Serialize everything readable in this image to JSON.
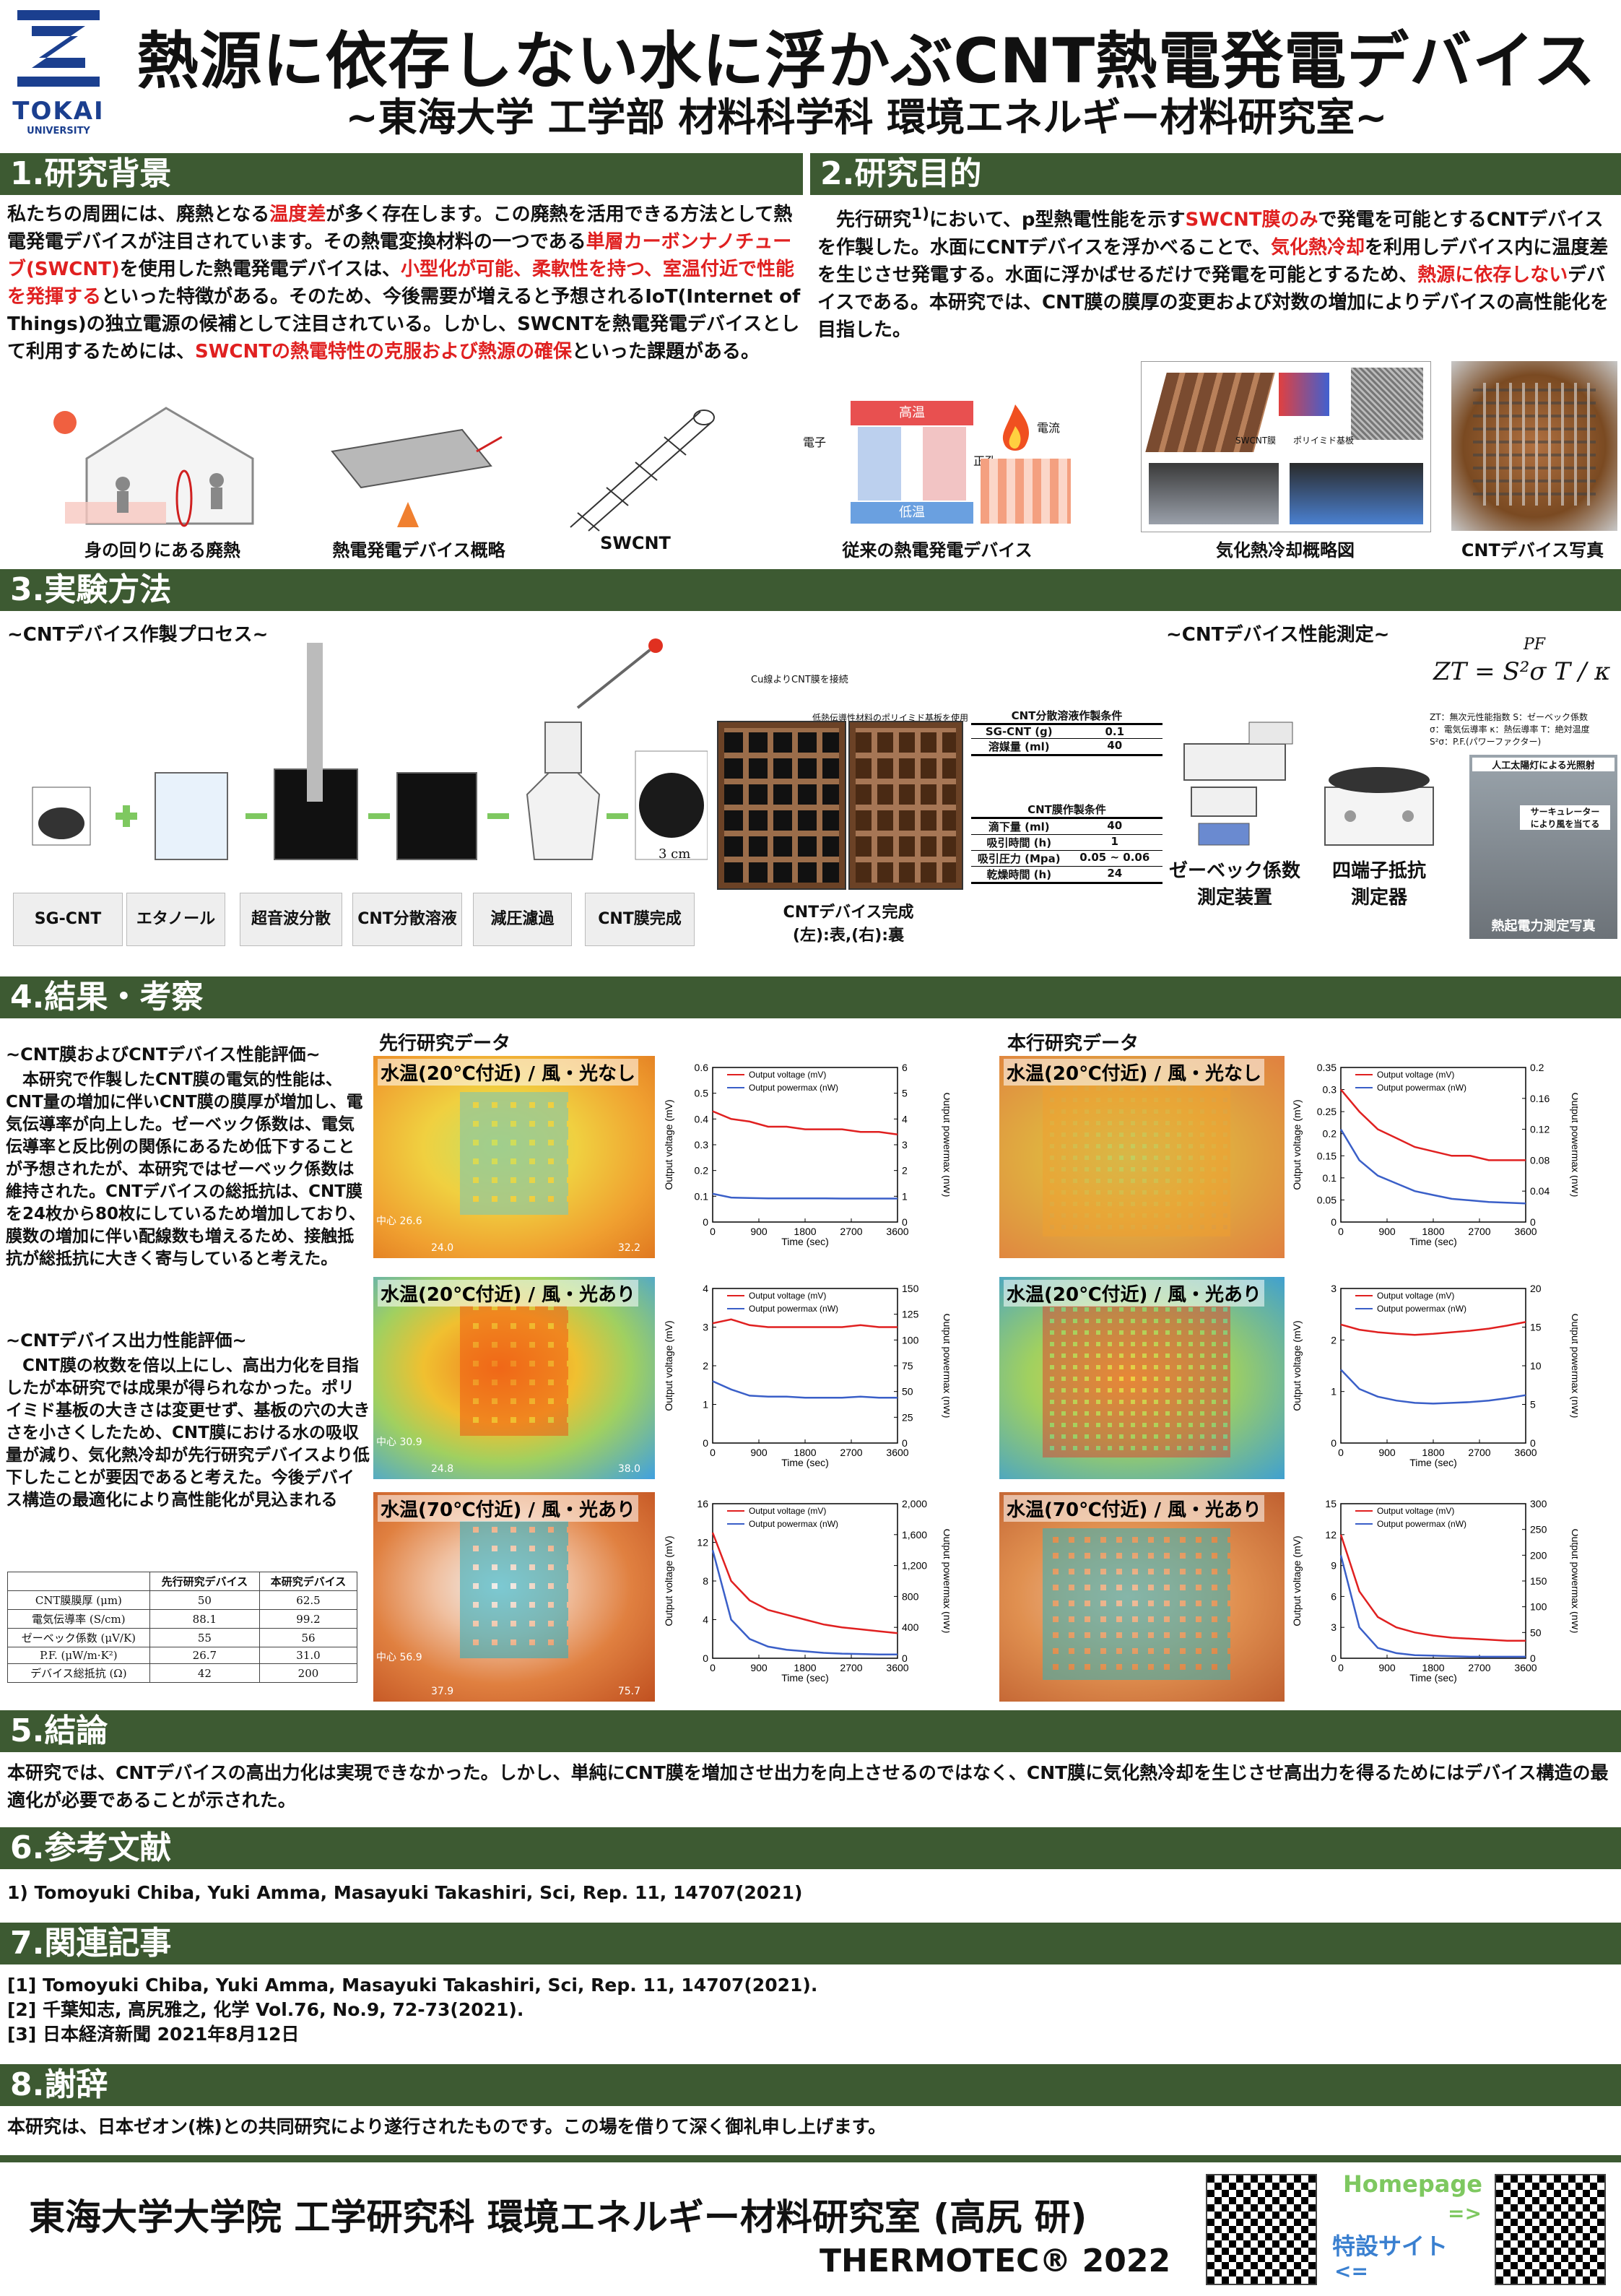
{
  "header": {
    "logo_text": "TOKAI",
    "logo_sub": "UNIVERSITY",
    "title": "熱源に依存しない水に浮かぶCNT熱電発電デバイス",
    "subtitle": "~東海大学 工学部 材料科学科 環境エネルギー材料研究室~"
  },
  "s1": {
    "heading": "1.研究背景",
    "p1": "私たちの周囲には、廃熱となる",
    "p1r": "温度差",
    "p2": "が多く存在します。この廃熱を活用できる方法として熱電発電デバイスが注目されています。その熱電変換材料の一つである",
    "p2r": "単層カーボンナノチューブ(SWCNT)",
    "p3": "を使用した熱電発電デバイスは、",
    "p3r": "小型化が可能、柔軟性を持つ、室温付近で性能を発揮する",
    "p4": "といった特徴がある。そのため、今後需要が増えると予想されるIoT(Internet of Things)の独立電源の候補として注目されている。しかし、SWCNTを熱電発電デバイスとして利用するためには、",
    "p4r": "SWCNTの熱電特性の克服および熱源の確保",
    "p5": "といった課題がある。",
    "cap1": "身の回りにある廃熱",
    "cap2": "熱電発電デバイス概略",
    "cap3": "SWCNT"
  },
  "s2": {
    "heading": "2.研究目的",
    "p1": "先行研究",
    "sup": "1)",
    "p1b": "において、p型熱電性能を示す",
    "p1r": "SWCNT膜のみ",
    "p2": "で発電を可能とするCNTデバイスを作製した。水面にCNTデバイスを浮かべることで、",
    "p2r": "気化熱冷却",
    "p3": "を利用しデバイス内に温度差を生じさせ発電する。水面に浮かばせるだけで発電を可能とするため、",
    "p3r": "熱源に依存しない",
    "p4": "デバイスである。本研究では、CNT膜の膜厚の変更および対数の増加によりデバイスの高性能化を目指した。",
    "cap1": "従来の熱電発電デバイス",
    "cap2": "気化熱冷却概略図",
    "cap3": "CNTデバイス写真",
    "fig_hot": "高温",
    "fig_cold": "低温",
    "fig_elec": "電子",
    "fig_hole": "正孔",
    "fig_current": "電流",
    "fig_swcnt": "SWCNT膜",
    "fig_poly": "ポリイミド基板"
  },
  "s3": {
    "heading": "3.実験方法",
    "proc_title": "~CNTデバイス作製プロセス~",
    "perf_title": "~CNTデバイス性能測定~",
    "steps": [
      "SG-CNT",
      "エタノール",
      "超音波分散",
      "CNT分散溶液",
      "減圧濾過",
      "CNT膜完成"
    ],
    "device_cap": "CNTデバイス完成\n(左):表,(右):裏",
    "cu_note": "Cu線よりCNT膜を接続",
    "sub_note": "低熱伝導性材料のポリイミド基板を使用",
    "scale": "3 cm",
    "t1_title": "CNT分散溶液作製条件",
    "t1": [
      [
        "SG-CNT (g)",
        "0.1"
      ],
      [
        "溶媒量 (ml)",
        "40"
      ]
    ],
    "t2_title": "CNT膜作製条件",
    "t2": [
      [
        "滴下量 (ml)",
        "40"
      ],
      [
        "吸引時間 (h)",
        "1"
      ],
      [
        "吸引圧力 (Mpa)",
        "0.05 ~ 0.06"
      ],
      [
        "乾燥時間 (h)",
        "24"
      ]
    ],
    "formula": "ZT = S²σ T / κ",
    "formula_pf": "PF",
    "formula_note1": "ZT：無次元性能指数 S：ゼーベック係数",
    "formula_note2": "σ：電気伝導率 κ：熱伝導率 T：絶対温度",
    "formula_note3": "S²σ：P.F.(パワーファクター)",
    "cap_seebeck": "ゼーベック係数\n測定装置",
    "cap_4probe": "四端子抵抗\n測定器",
    "photo_note1": "人工太陽灯による光照射",
    "photo_note2": "サーキュレーター\nにより風を当てる",
    "photo_cap": "熱起電力測定写真"
  },
  "s4": {
    "heading": "4.結果・考察",
    "prev_label": "先行研究データ",
    "this_label": "本行研究データ",
    "eval1_title": "~CNT膜およびCNTデバイス性能評価~",
    "eval1_text": "本研究で作製したCNT膜の電気的性能は、CNT量の増加に伴いCNT膜の膜厚が増加し、電気伝導率が向上した。ゼーベック係数は、電気伝導率と反比例の関係にあるため低下することが予想されたが、本研究ではゼーベック係数は維持された。CNTデバイスの総抵抗は、CNT膜を24枚から80枚にしているため増加しており、膜数の増加に伴い配線数も増えるため、接触抵抗が総抵抗に大きく寄与していると考えた。",
    "eval2_title": "~CNTデバイス出力性能評価~",
    "eval2_text": "CNT膜の枚数を倍以上にし、高出力化を目指したが本研究では成果が得られなかった。ポリイミド基板の大きさは変更せず、基板の穴の大きさを小さくしたため、CNT膜における水の吸収量が減り、気化熱冷却が先行研究デバイスより低下したことが要因であると考えた。今後デバイス構造の最適化により高性能化が見込まれる",
    "table_head": [
      "",
      "先行研究デバイス",
      "本研究デバイス"
    ],
    "table_rows": [
      [
        "CNT膜膜厚 (μm)",
        "50",
        "62.5"
      ],
      [
        "電気伝導率 (S/cm)",
        "88.1",
        "99.2"
      ],
      [
        "ゼーベック係数 (μV/K)",
        "55",
        "56"
      ],
      [
        "P.F. (μW/m·K²)",
        "26.7",
        "31.0"
      ],
      [
        "デバイス総抵抗 (Ω)",
        "42",
        "200"
      ]
    ],
    "cond1": "水温(20℃付近) / 風・光なし",
    "cond2": "水温(20℃付近) / 風・光あり",
    "cond3": "水温(70℃付近) / 風・光あり",
    "thermo_prev": [
      [
        "中心 26.6",
        "24.0",
        "32.2"
      ],
      [
        "中心 30.9",
        "24.8",
        "38.0"
      ],
      [
        "中心 56.9",
        "37.9",
        "75.7"
      ]
    ],
    "legend_v": "Output voltage (mV)",
    "legend_p": "Output powermax (nW)",
    "xlabel": "Time (sec)",
    "ylabel_l": "Output voltage (mV)",
    "ylabel_r": "Output powermax (nW)"
  },
  "chart_data": [
    {
      "type": "line",
      "title": "",
      "xlabel": "Time (sec)",
      "ylabel": "Output voltage (mV)",
      "ylabel_right": "Output powermax (nW)",
      "xlim": [
        0,
        3600
      ],
      "x_ticks": [
        0,
        900,
        1800,
        2700,
        3600
      ],
      "ylim": [
        0,
        0.6
      ],
      "y_ticks": [
        0.0,
        0.1,
        0.2,
        0.3,
        0.4,
        0.5,
        0.6
      ],
      "y2lim": [
        0,
        6
      ],
      "y2_ticks": [
        0,
        1,
        2,
        3,
        4,
        5,
        6
      ],
      "series": [
        {
          "name": "Output voltage (mV)",
          "color": "#e02020",
          "axis": "left",
          "values": [
            0.43,
            0.4,
            0.39,
            0.37,
            0.37,
            0.36,
            0.36,
            0.36,
            0.35,
            0.35,
            0.34
          ]
        },
        {
          "name": "Output powermax (nW)",
          "color": "#3a5fc8",
          "axis": "right",
          "values": [
            1.1,
            0.95,
            0.93,
            0.92,
            0.92,
            0.92,
            0.92,
            0.91,
            0.91,
            0.91,
            0.91
          ]
        }
      ]
    },
    {
      "type": "line",
      "title": "",
      "xlabel": "Time (sec)",
      "ylabel": "Output voltage (mV)",
      "ylabel_right": "Output powermax (nW)",
      "xlim": [
        0,
        3600
      ],
      "x_ticks": [
        0,
        900,
        1800,
        2700,
        3600
      ],
      "ylim": [
        0,
        0.35
      ],
      "y_ticks": [
        0.0,
        0.05,
        0.1,
        0.15,
        0.2,
        0.25,
        0.3,
        0.35
      ],
      "y2lim": [
        0,
        0.2
      ],
      "y2_ticks": [
        0.0,
        0.04,
        0.08,
        0.12,
        0.16,
        0.2
      ],
      "series": [
        {
          "name": "Output voltage (mV)",
          "color": "#e02020",
          "axis": "left",
          "values": [
            0.3,
            0.25,
            0.21,
            0.19,
            0.17,
            0.16,
            0.15,
            0.15,
            0.14,
            0.14,
            0.14
          ]
        },
        {
          "name": "Output powermax (nW)",
          "color": "#3a5fc8",
          "axis": "right",
          "values": [
            0.12,
            0.08,
            0.06,
            0.05,
            0.04,
            0.035,
            0.03,
            0.028,
            0.026,
            0.025,
            0.024
          ]
        }
      ]
    },
    {
      "type": "line",
      "title": "",
      "xlabel": "Time (sec)",
      "ylabel": "Output voltage (mV)",
      "ylabel_right": "Output powermax (nW)",
      "xlim": [
        0,
        3600
      ],
      "x_ticks": [
        0,
        900,
        1800,
        2700,
        3600
      ],
      "ylim": [
        0,
        4
      ],
      "y_ticks": [
        0,
        1,
        2,
        3,
        4
      ],
      "y2lim": [
        0,
        150
      ],
      "y2_ticks": [
        0,
        25,
        50,
        75,
        100,
        125,
        150
      ],
      "series": [
        {
          "name": "Output voltage (mV)",
          "color": "#e02020",
          "axis": "left",
          "values": [
            3.1,
            3.2,
            3.05,
            3.0,
            3.0,
            3.0,
            3.0,
            3.0,
            3.05,
            3.0,
            3.0
          ]
        },
        {
          "name": "Output powermax (nW)",
          "color": "#3a5fc8",
          "axis": "right",
          "values": [
            60,
            52,
            46,
            45,
            45,
            44,
            44,
            44,
            45,
            44,
            44
          ]
        }
      ]
    },
    {
      "type": "line",
      "title": "",
      "xlabel": "Time (sec)",
      "ylabel": "Output voltage (mV)",
      "ylabel_right": "Output powermax (nW)",
      "xlim": [
        0,
        3600
      ],
      "x_ticks": [
        0,
        900,
        1800,
        2700,
        3600
      ],
      "ylim": [
        0,
        3
      ],
      "y_ticks": [
        0,
        1,
        2,
        3
      ],
      "y2lim": [
        0,
        20
      ],
      "y2_ticks": [
        0,
        5,
        10,
        15,
        20
      ],
      "series": [
        {
          "name": "Output voltage (mV)",
          "color": "#e02020",
          "axis": "left",
          "values": [
            2.3,
            2.2,
            2.15,
            2.12,
            2.1,
            2.12,
            2.15,
            2.18,
            2.22,
            2.28,
            2.35
          ]
        },
        {
          "name": "Output powermax (nW)",
          "color": "#3a5fc8",
          "axis": "right",
          "values": [
            9.5,
            7.0,
            6.0,
            5.5,
            5.2,
            5.1,
            5.2,
            5.3,
            5.5,
            5.8,
            6.2
          ]
        }
      ]
    },
    {
      "type": "line",
      "title": "",
      "xlabel": "Time (sec)",
      "ylabel": "Output voltage (mV)",
      "ylabel_right": "Output powermax (nW)",
      "xlim": [
        0,
        3600
      ],
      "x_ticks": [
        0,
        900,
        1800,
        2700,
        3600
      ],
      "ylim": [
        0,
        16
      ],
      "y_ticks": [
        0,
        4,
        8,
        12,
        16
      ],
      "y2lim": [
        0,
        2000
      ],
      "y2_ticks": [
        0,
        400,
        800,
        1200,
        1600,
        2000
      ],
      "series": [
        {
          "name": "Output voltage (mV)",
          "color": "#e02020",
          "axis": "left",
          "values": [
            13,
            8,
            6,
            5,
            4.5,
            4,
            3.5,
            3.2,
            3,
            2.8,
            2.6
          ]
        },
        {
          "name": "Output powermax (nW)",
          "color": "#3a5fc8",
          "axis": "right",
          "values": [
            1400,
            500,
            250,
            150,
            110,
            90,
            70,
            60,
            55,
            50,
            50
          ]
        }
      ]
    },
    {
      "type": "line",
      "title": "",
      "xlabel": "Time (sec)",
      "ylabel": "Output voltage (mV)",
      "ylabel_right": "Output powermax (nW)",
      "xlim": [
        0,
        3600
      ],
      "x_ticks": [
        0,
        900,
        1800,
        2700,
        3600
      ],
      "ylim": [
        0,
        15
      ],
      "y_ticks": [
        0,
        3,
        6,
        9,
        12,
        15
      ],
      "y2lim": [
        0,
        300
      ],
      "y2_ticks": [
        0,
        50,
        100,
        150,
        200,
        250,
        300
      ],
      "series": [
        {
          "name": "Output voltage (mV)",
          "color": "#e02020",
          "axis": "left",
          "values": [
            12,
            6.5,
            4.0,
            3.0,
            2.5,
            2.2,
            2.0,
            1.9,
            1.8,
            1.7,
            1.7
          ]
        },
        {
          "name": "Output powermax (nW)",
          "color": "#3a5fc8",
          "axis": "right",
          "values": [
            200,
            60,
            20,
            10,
            6,
            5,
            4,
            3,
            3,
            3,
            3
          ]
        }
      ]
    }
  ],
  "s5": {
    "heading": "5.結論",
    "text": "本研究では、CNTデバイスの高出力化は実現できなかった。しかし、単純にCNT膜を増加させ出力を向上させるのではなく、CNT膜に気化熱冷却を生じさせ高出力を得るためにはデバイス構造の最適化が必要であることが示された。"
  },
  "s6": {
    "heading": "6.参考文献",
    "text": "1) Tomoyuki Chiba, Yuki Amma, Masayuki Takashiri, Sci, Rep. 11, 14707(2021)"
  },
  "s7": {
    "heading": "7.関連記事",
    "items": [
      "[1] Tomoyuki Chiba, Yuki Amma, Masayuki Takashiri, Sci, Rep. 11, 14707(2021).",
      "[2] 千葉知志, 高尻雅之, 化学 Vol.76, No.9, 72-73(2021).",
      "[3] 日本経済新聞 2021年8月12日"
    ]
  },
  "s8": {
    "heading": "8.謝辞",
    "text": "本研究は、日本ゼオン(株)との共同研究により遂行されたものです。この場を借りて深く御礼申し上げます。"
  },
  "footer": {
    "lab": "東海大学大学院 工学研究科 環境エネルギー材料研究室 (高尻 研)",
    "event": "THERMOTEC® 2022",
    "homepage": "Homepage",
    "arrow_r": "=>",
    "special": "特設サイト",
    "arrow_l": "<="
  },
  "colors": {
    "accent": "#3d5a32",
    "red": "#e02020",
    "blue": "#3a5fc8"
  }
}
